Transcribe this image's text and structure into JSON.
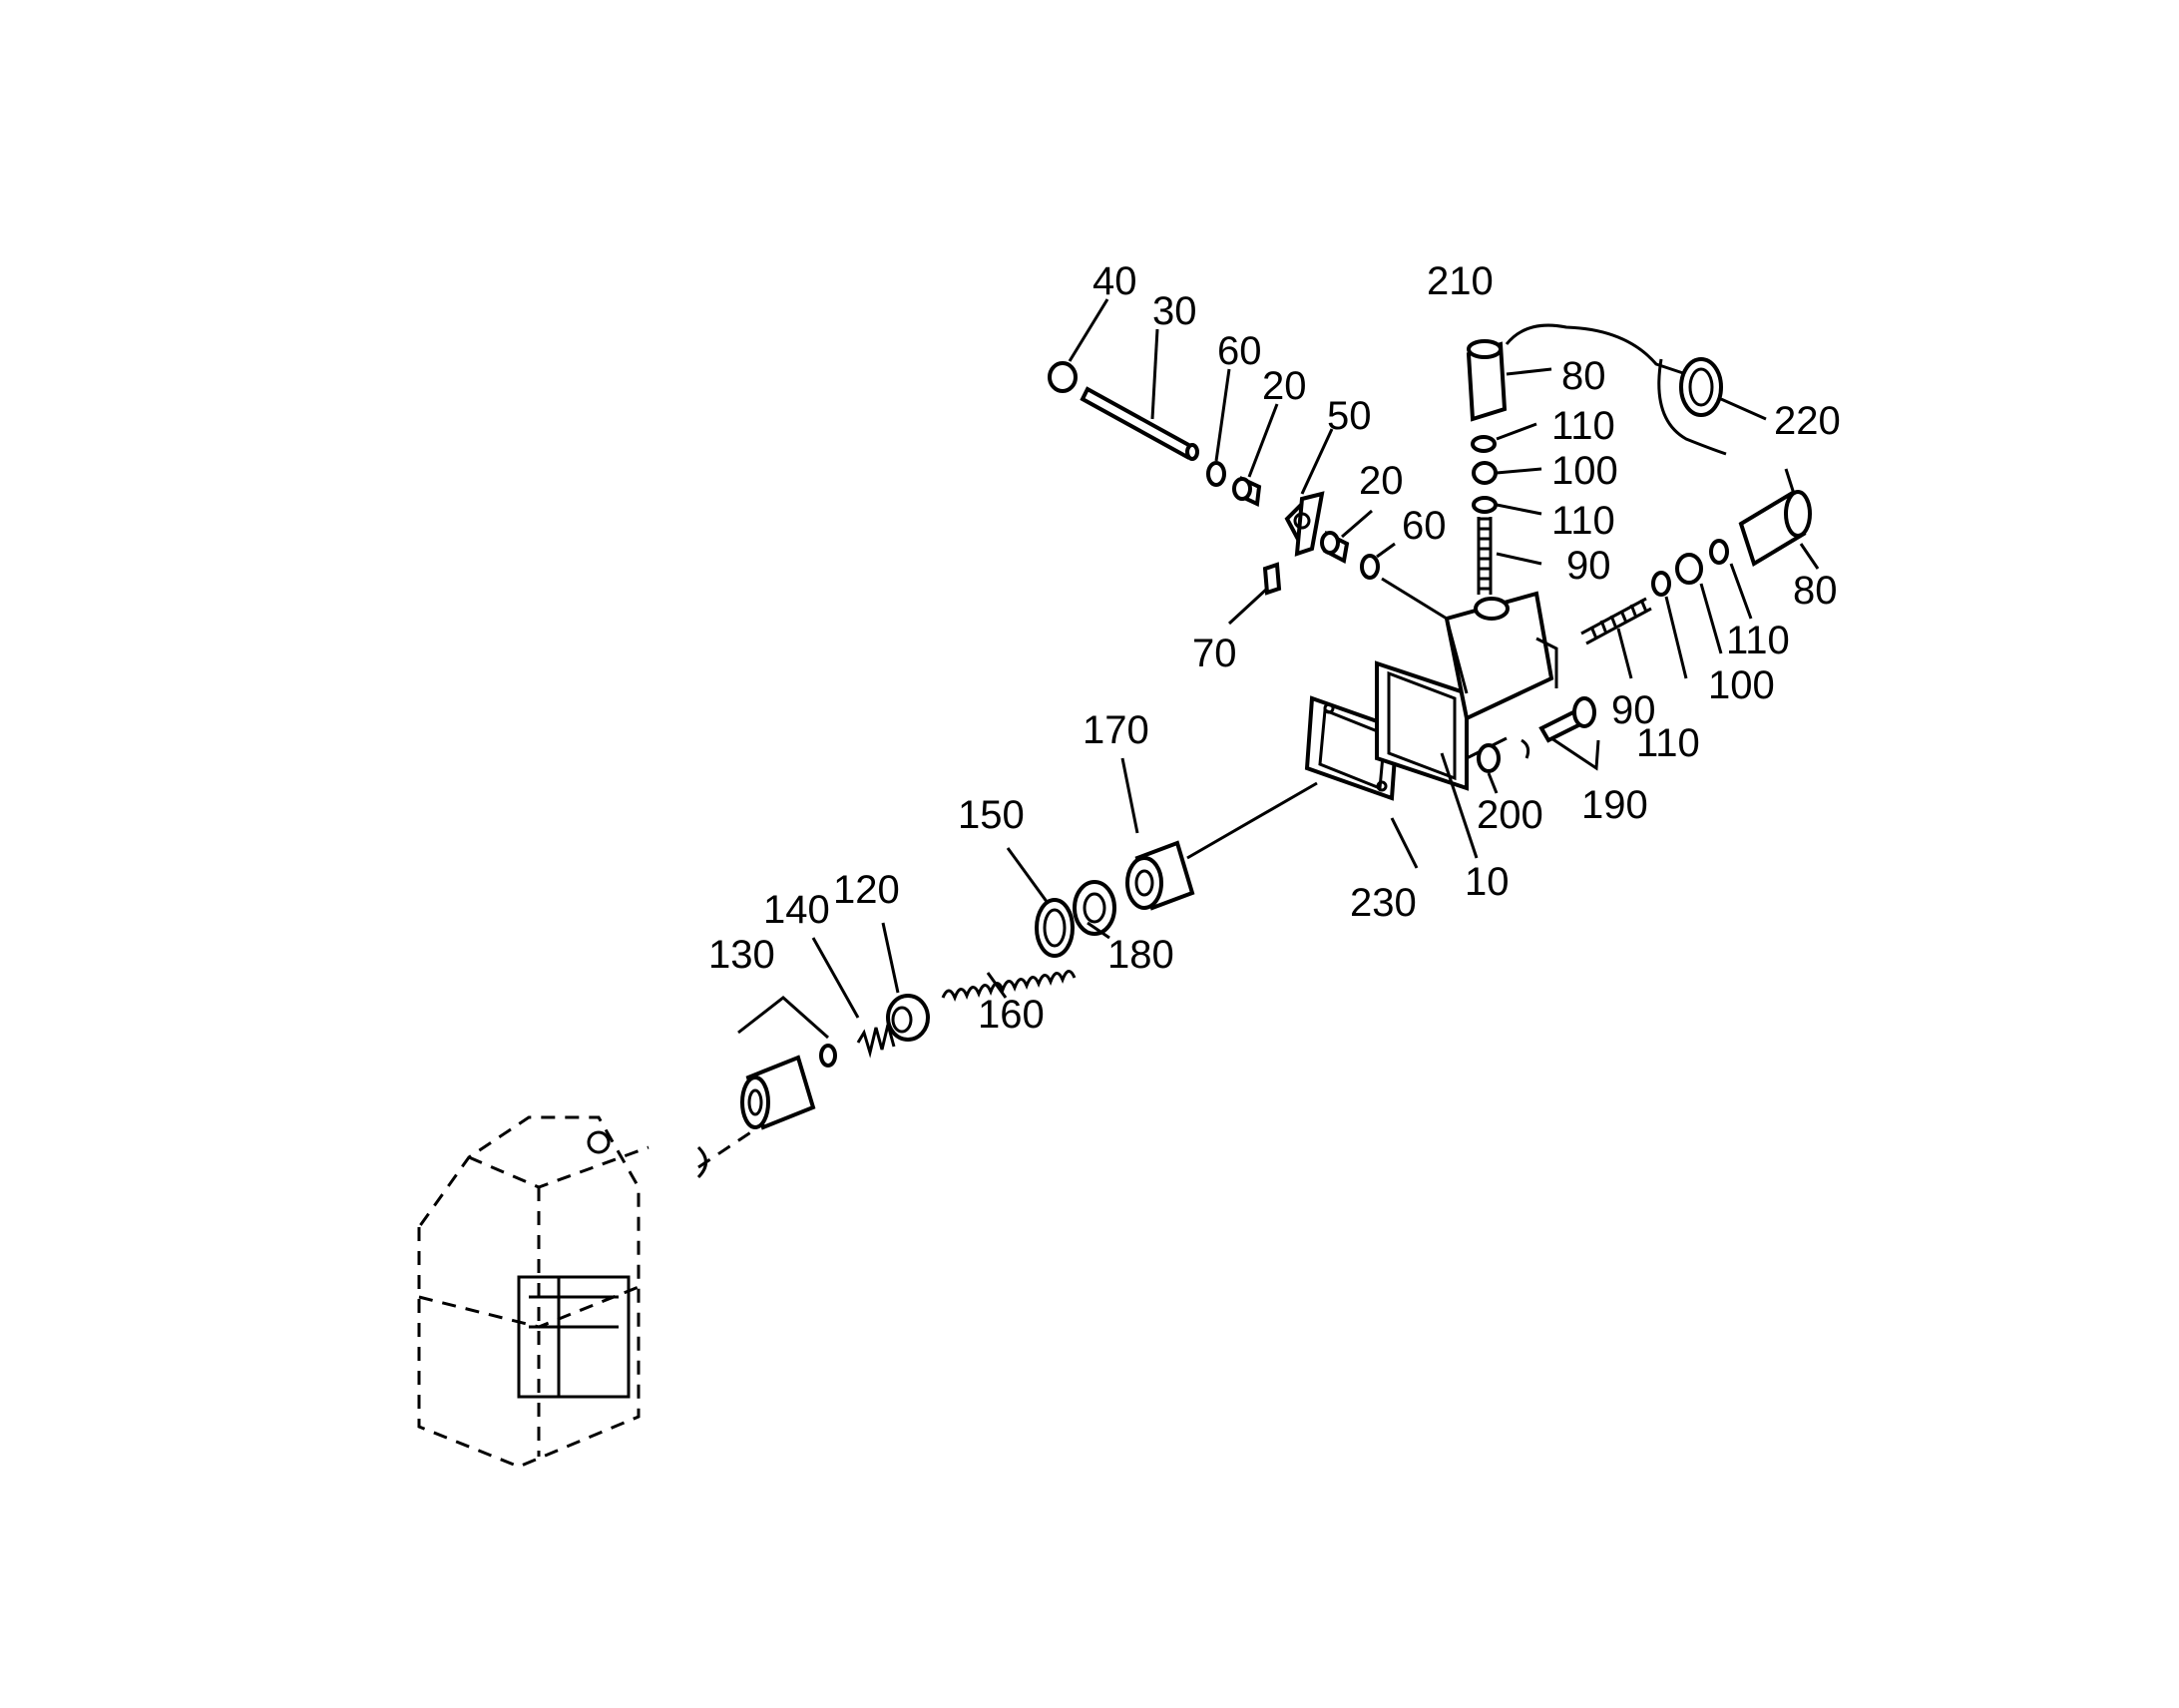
{
  "labels": {
    "l40": "40",
    "l30": "30",
    "l60a": "60",
    "l20a": "20",
    "l50": "50",
    "l20b": "20",
    "l60b": "60",
    "l70": "70",
    "l210": "210",
    "l80a": "80",
    "l110a": "110",
    "l100a": "100",
    "l110b": "110",
    "l90a": "90",
    "l220": "220",
    "l80b": "80",
    "l110c": "110",
    "l100b": "100",
    "l90b": "90",
    "l110d": "110",
    "l190": "190",
    "l200": "200",
    "l10": "10",
    "l230": "230",
    "l170": "170",
    "l150": "150",
    "l180": "180",
    "l120": "120",
    "l140": "140",
    "l130": "130",
    "l160": "160"
  }
}
